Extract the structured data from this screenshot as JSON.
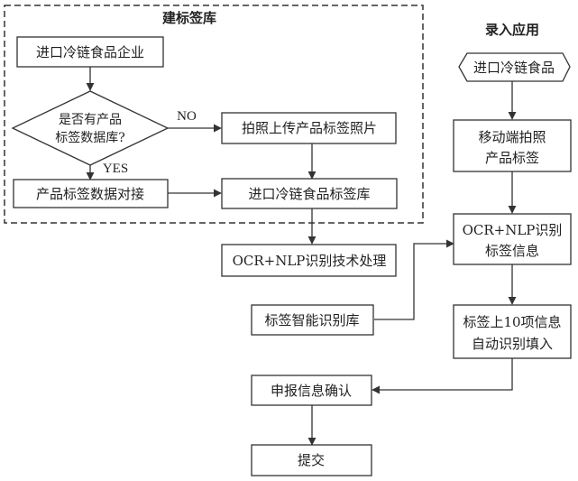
{
  "titles": {
    "build_library": "建标签库",
    "entry_application": "录入应用"
  },
  "nodes": {
    "enterprise": "进口冷链食品企业",
    "decision_line1": "是否有产品",
    "decision_line2": "标签数据库?",
    "photo_upload": "拍照上传产品标签照片",
    "data_docking": "产品标签数据对接",
    "label_library": "进口冷链食品标签库",
    "ocr_nlp_process": "OCR+NLP识别技术处理",
    "smart_library": "标签智能识别库",
    "declare_confirm": "申报信息确认",
    "submit": "提交",
    "import_food": "进口冷链食品",
    "mobile_photo_line1": "移动端拍照",
    "mobile_photo_line2": "产品标签",
    "ocr_recognize_line1": "OCR+NLP识别",
    "ocr_recognize_line2": "标签信息",
    "auto_fill_line1": "标签上10项信息",
    "auto_fill_line2": "自动识别填入"
  },
  "edges": {
    "no": "NO",
    "yes": "YES"
  }
}
